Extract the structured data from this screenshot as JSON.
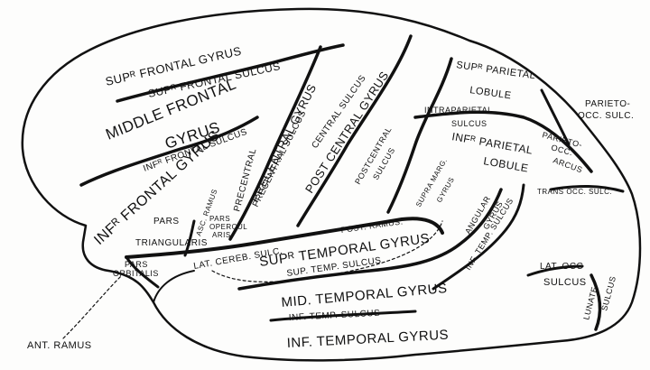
{
  "labels": {
    "sup_frontal_gyrus": "SUPᴿ FRONTAL GYRUS",
    "sup_frontal_sulcus": "SUPᴿ FRONTAL SULCUS",
    "middle_frontal": "MIDDLE FRONTAL",
    "gyrus": "GYRUS",
    "inf_frontal_sulcus": "INFᴿ FRONTAL SULCUS",
    "inf_frontal_gyrus": "INFᴿ FRONTAL GYRUS",
    "pars_triangularis_1": "PARS",
    "pars_triangularis_2": "TRIANGULARIS",
    "pars_orbitalis_1": "PARS",
    "pars_orbitalis_2": "ORBITALIS",
    "ant_ramus": "ANT. RAMUS",
    "asc_ramus": "ASC. RAMUS",
    "pars_opercularis_1": "PARS",
    "pars_opercularis_2": "OPERCUL",
    "pars_opercularis_3": "ARIS",
    "precentral_small": "PRECENTRAL",
    "precentral_sulcus": "PRECENTRAL SULCUS",
    "precentral_gyrus": "PRECENTRAL GYRUS",
    "central_sulcus": "CENTRAL SULCUS",
    "postcentral_gyrus": "POST CENTRAL GYRUS",
    "postcentral_sulcus_1": "POSTCENTRAL",
    "postcentral_sulcus_2": "SULCUS",
    "sup_parietal_1": "SUPᴿ PARIETAL",
    "sup_parietal_2": "LOBULE",
    "intraparietal_1": "INTRAPARIETAL",
    "intraparietal_2": "SULCUS",
    "inf_parietal_1": "INFᴿ PARIETAL",
    "inf_parietal_2": "LOBULE",
    "parieto_occ_sulc_1": "PARIETO-",
    "parieto_occ_sulc_2": "OCC. SULC.",
    "parieto_occ_arcus_1": "PARIETO-",
    "parieto_occ_arcus_2": "OCC.",
    "parieto_occ_arcus_3": "ARCUS",
    "trans_occ_sulc": "TRANS     OCC. SULC.",
    "supra_marg_gyrus_1": "SUPRA MARG.",
    "supra_marg_gyrus_2": "GYRUS",
    "angular_gyrus_1": "ANGULAR",
    "angular_gyrus_2": "GYRUS",
    "lat_cereb_sulc": "LAT. CEREB. SULC.",
    "post_ramus": "POST. RAMUS.",
    "sup_temporal_gyrus": "SUPᴿ TEMPORAL GYRUS",
    "sup_temp_sulcus": "SUP. TEMP. SULCUS",
    "inf_temp_sulcus_upper": "INF. TEMP. SULCUS",
    "mid_temporal_gyrus": "MID. TEMPORAL GYRUS",
    "inf_temp_sulcus": "INF. TEMP. SULCUS",
    "inf_temporal_gyrus": "INF. TEMPORAL GYRUS",
    "lat_occ_sulcus_1": "LAT. OCC",
    "lat_occ_sulcus_2": "SULCUS",
    "lunate_sulcus_1": "LUNATE",
    "lunate_sulcus_2": "SULCUS"
  }
}
